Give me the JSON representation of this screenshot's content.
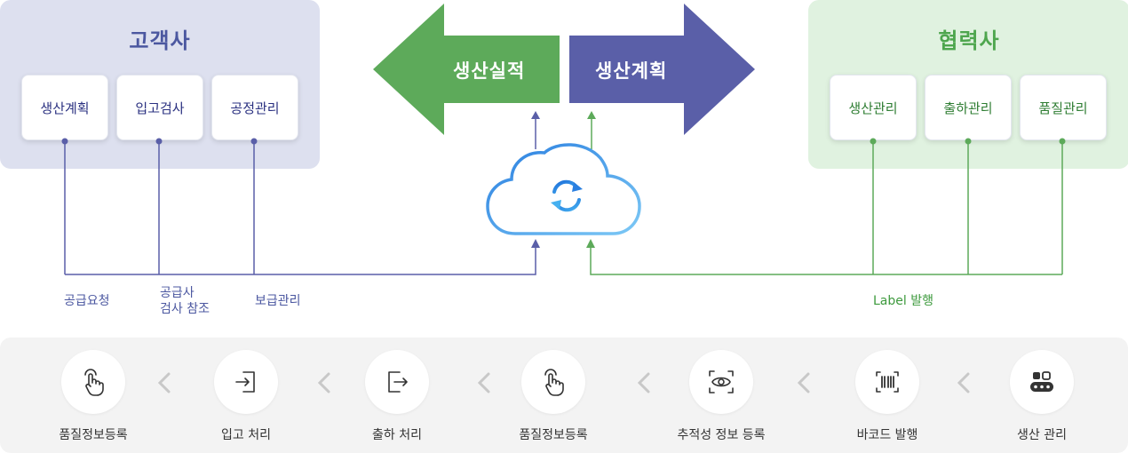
{
  "customer": {
    "title": "고객사",
    "boxes": [
      "생산계획",
      "입고검사",
      "공정관리"
    ],
    "labels": [
      "공급요청",
      "공급사\n검사 참조",
      "보급관리"
    ]
  },
  "partner": {
    "title": "협력사",
    "boxes": [
      "생산관리",
      "출하관리",
      "품질관리"
    ],
    "label": "Label 발행"
  },
  "arrows": {
    "left": "생산실적",
    "right": "생산계획"
  },
  "cloud_icon": "sync-cloud-icon",
  "colors": {
    "customer_blue": "#5a5fa8",
    "partner_green": "#5daa5a",
    "cloud_blue": "#2f8fe6"
  },
  "flow": [
    {
      "label": "품질정보등록",
      "icon": "tap-icon"
    },
    {
      "label": "입고 처리",
      "icon": "login-icon"
    },
    {
      "label": "출하 처리",
      "icon": "logout-icon"
    },
    {
      "label": "품질정보등록",
      "icon": "tap-icon"
    },
    {
      "label": "추적성 정보 등록",
      "icon": "eye-scan-icon"
    },
    {
      "label": "바코드 발행",
      "icon": "barcode-icon"
    },
    {
      "label": "생산 관리",
      "icon": "production-icon"
    }
  ]
}
